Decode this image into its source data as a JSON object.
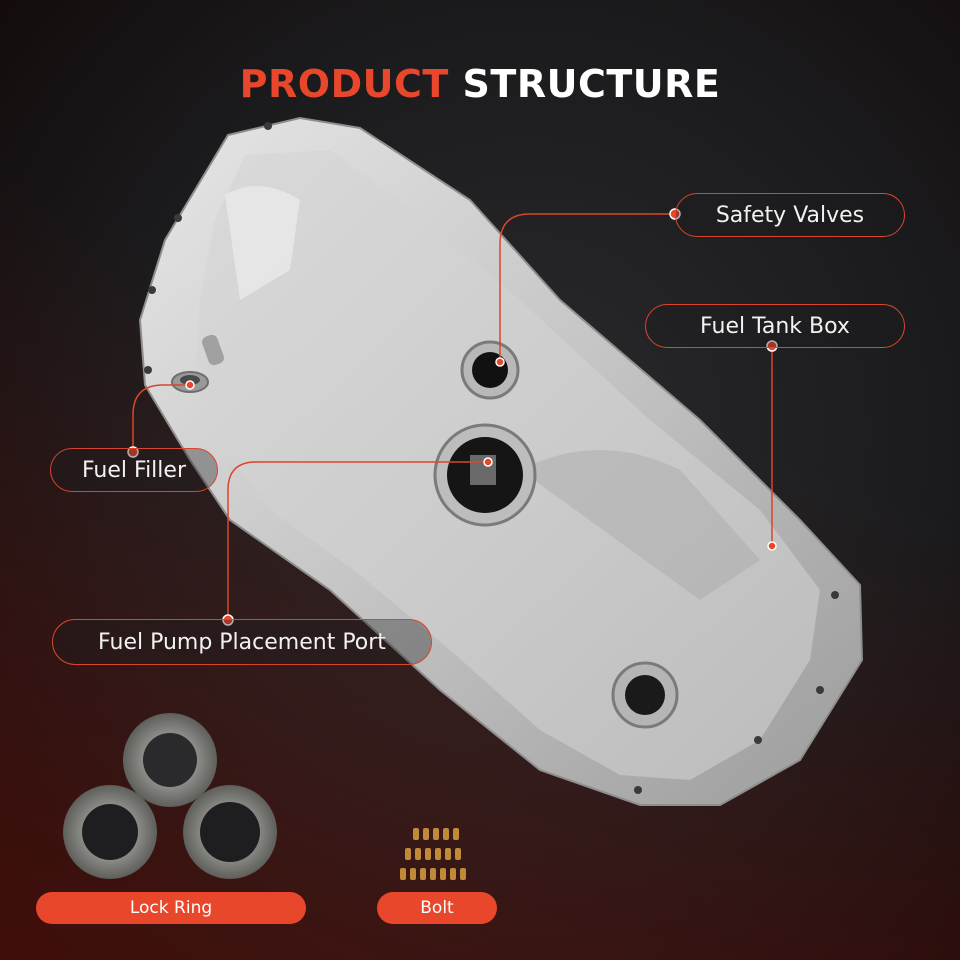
{
  "title": {
    "part1": "PRODUCT",
    "part2": "STRUCTURE"
  },
  "callouts": {
    "safety_valves": "Safety Valves",
    "fuel_tank_box": "Fuel Tank Box",
    "fuel_filler": "Fuel Filler",
    "fuel_pump_port": "Fuel Pump Placement Port"
  },
  "accessories": {
    "lock_ring": "Lock Ring",
    "bolt": "Bolt"
  },
  "colors": {
    "accent": "#e8472b",
    "tank": "#c9c9c9",
    "background": "#1b1b1d"
  }
}
